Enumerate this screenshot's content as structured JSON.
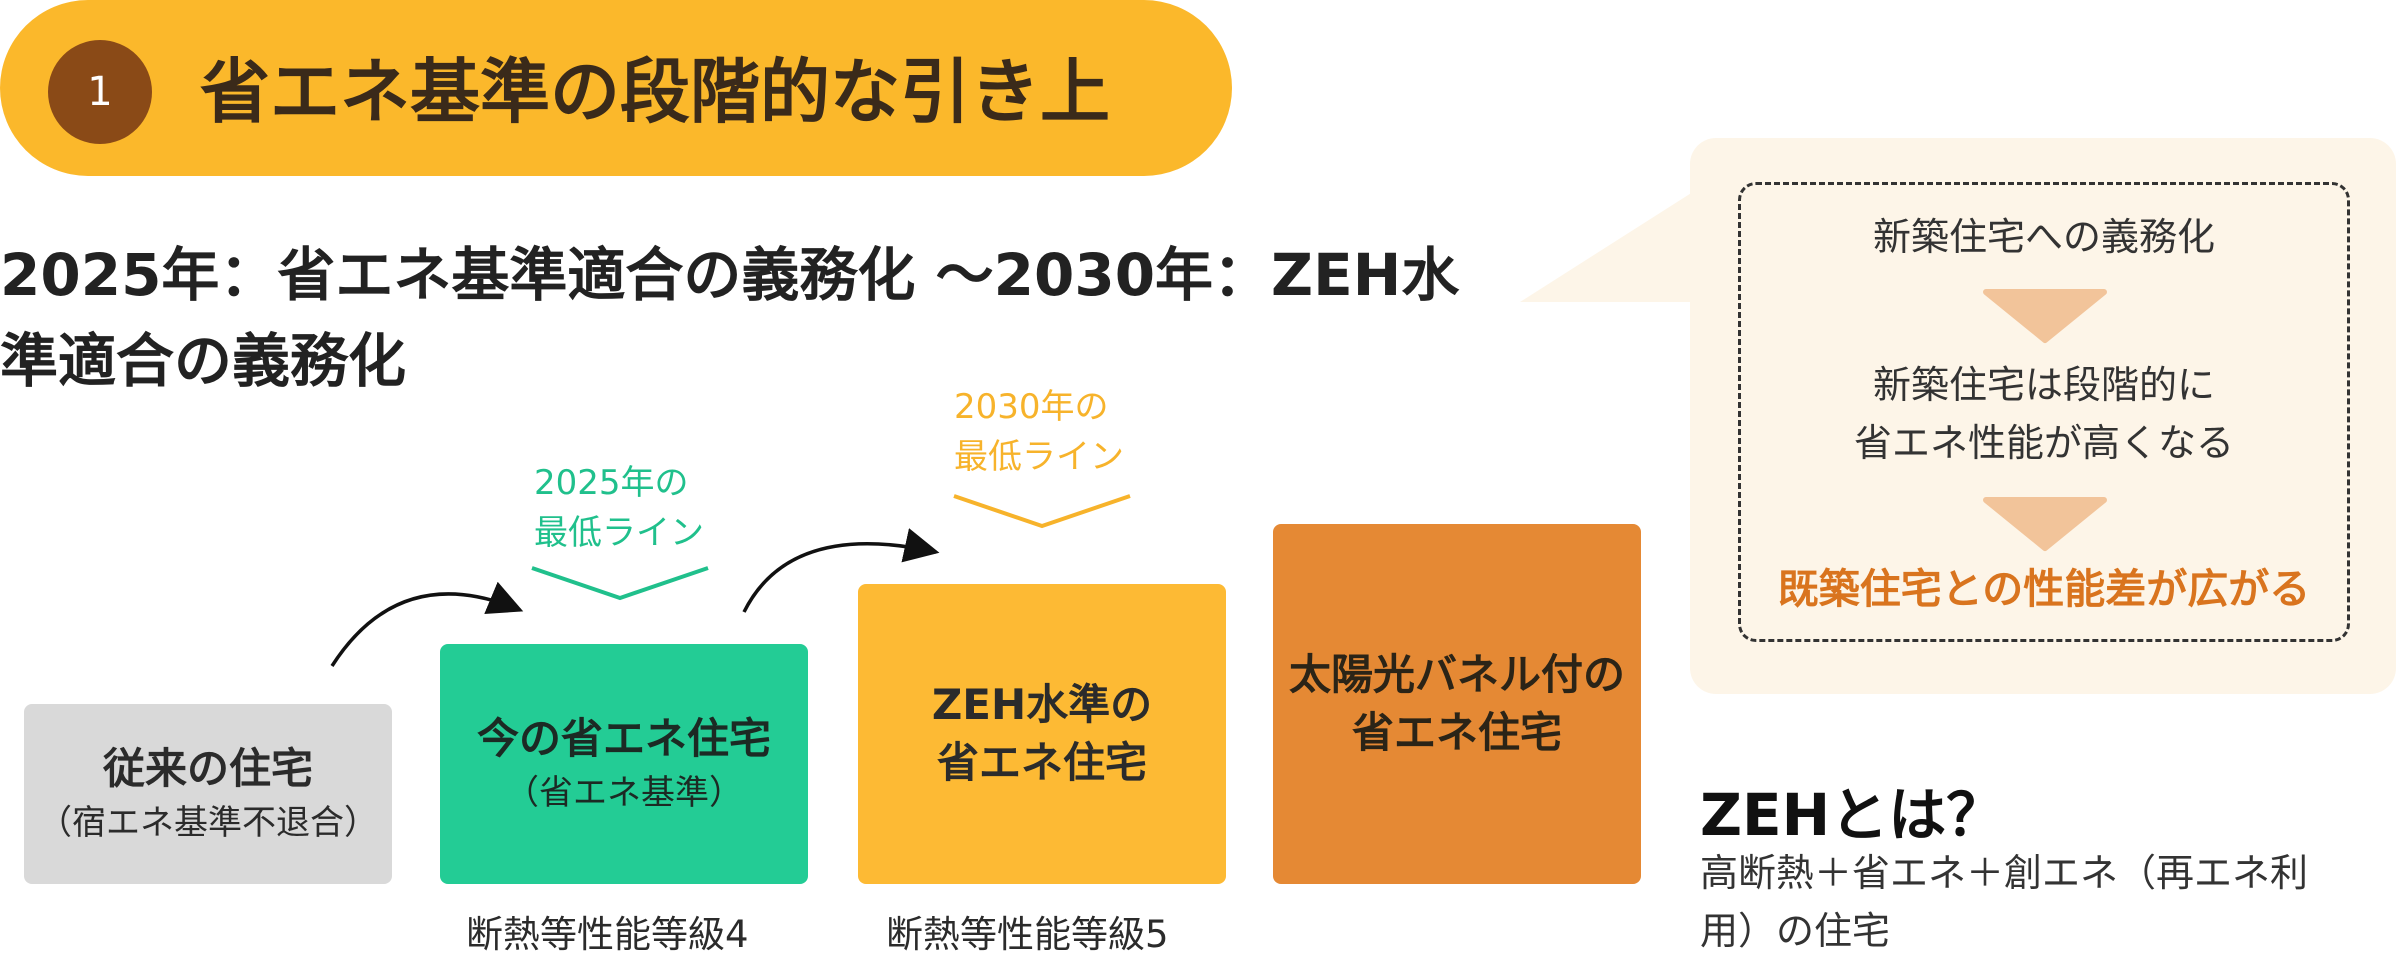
{
  "header": {
    "number": "1",
    "title": "省エネ基準の段階的な引き上"
  },
  "subtitle": "2025年：省エネ基準適合の義務化 ～2030年：ZEH水準適合の義務化",
  "steps": [
    {
      "main": "従来の住宅",
      "sub": "（宿エネ基準不退合）"
    },
    {
      "main": "今の省エネ住宅",
      "sub": "（省エネ基準）"
    },
    {
      "main": "ZEH水準の\n省エネ住宅"
    },
    {
      "main": "太陽光バネル付の\n省エネ住宅"
    }
  ],
  "grades": [
    "断熱等性能等級4",
    "断熱等性能等級5"
  ],
  "line_labels": {
    "y2025": "2025年の\n最低ライン",
    "y2030": "2030年の\n最低ライン"
  },
  "callout": {
    "line1": "新築住宅への義務化",
    "line2": "新築住宅は段階的に\n省エネ性能が高くなる",
    "line3": "既築住宅との性能差が広がる"
  },
  "zeh": {
    "title": "ZEHとは？",
    "description": "高断熱＋省エネ＋創エネ（再エネ利用）の住宅"
  },
  "colors": {
    "header_bg": "#fbb82b",
    "number_bg": "#8a4a17",
    "step_gray": "#d9d9d9",
    "step_green": "#23cc95",
    "step_yellow": "#fdba34",
    "step_orange": "#e58934",
    "callout_arrow": "#f2c49a",
    "callout_emphasis": "#d9741e"
  }
}
